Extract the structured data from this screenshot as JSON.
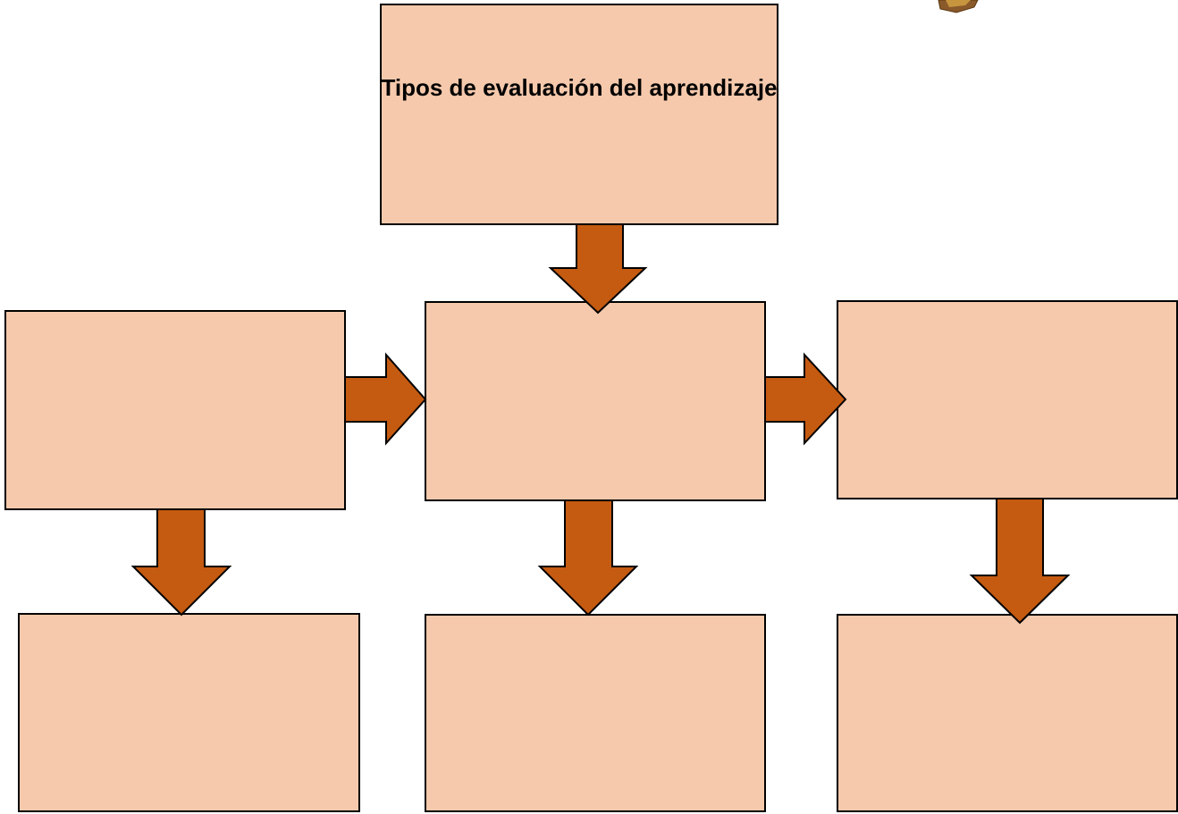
{
  "diagram": {
    "title": "Tipos de evaluación del aprendizaje",
    "box_fill": "#F6C9AC",
    "box_stroke": "#000000",
    "arrow_fill": "#C55A11",
    "arrow_stroke": "#000000",
    "boxes": [
      {
        "id": "title",
        "text": "Tipos de evaluación del aprendizaje"
      },
      {
        "id": "middle-left",
        "text": ""
      },
      {
        "id": "middle-center",
        "text": ""
      },
      {
        "id": "middle-right",
        "text": ""
      },
      {
        "id": "bottom-left",
        "text": ""
      },
      {
        "id": "bottom-center",
        "text": ""
      },
      {
        "id": "bottom-right",
        "text": ""
      }
    ],
    "arrows": [
      {
        "from": "title",
        "to": "middle-center",
        "direction": "down"
      },
      {
        "from": "middle-left",
        "to": "middle-center",
        "direction": "right"
      },
      {
        "from": "middle-center",
        "to": "middle-right",
        "direction": "right"
      },
      {
        "from": "middle-left",
        "to": "bottom-left",
        "direction": "down"
      },
      {
        "from": "middle-center",
        "to": "bottom-center",
        "direction": "down"
      },
      {
        "from": "middle-right",
        "to": "bottom-right",
        "direction": "down"
      }
    ]
  }
}
